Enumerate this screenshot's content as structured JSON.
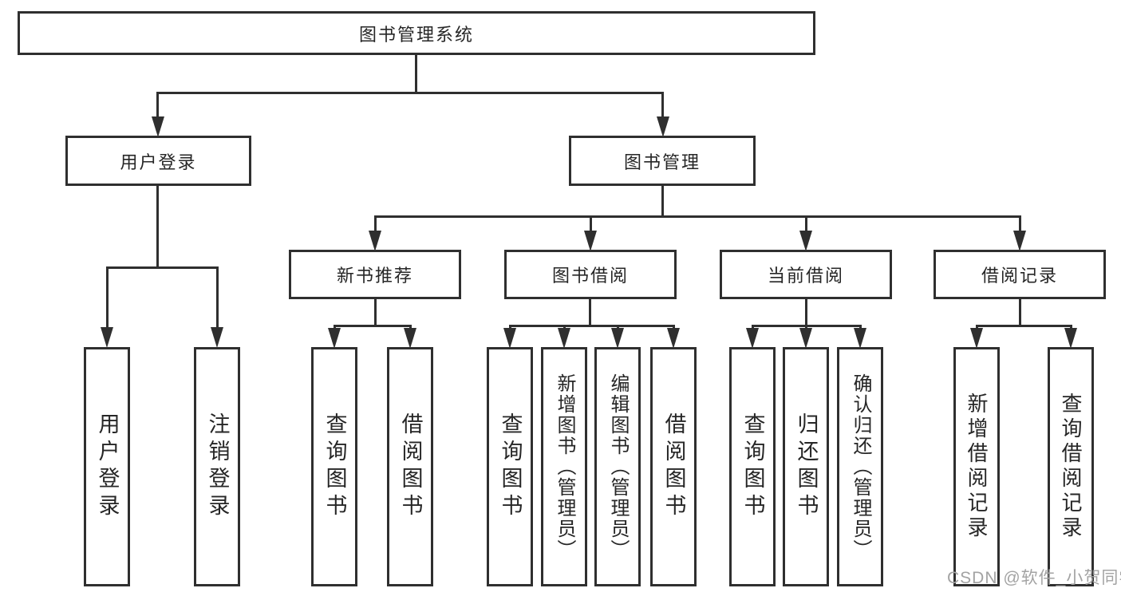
{
  "diagram": {
    "root": {
      "label": "图书管理系统"
    },
    "level2": {
      "user_login": {
        "label": "用户登录"
      },
      "book_mgmt": {
        "label": "图书管理"
      }
    },
    "level3": {
      "new_books": {
        "label": "新书推荐"
      },
      "book_borrow": {
        "label": "图书借阅"
      },
      "current_borrow": {
        "label": "当前借阅"
      },
      "borrow_records": {
        "label": "借阅记录"
      }
    },
    "leaves": {
      "user_login": {
        "label": "用户登录"
      },
      "logout_login": {
        "label": "注销登录"
      },
      "newbooks_query_books": {
        "label": "查询图书"
      },
      "newbooks_borrow_books": {
        "label": "借阅图书"
      },
      "borrow_query_books": {
        "label": "查询图书"
      },
      "borrow_add_books_admin": {
        "label": "新增图书（管理员）"
      },
      "borrow_edit_books_admin": {
        "label": "编辑图书（管理员）"
      },
      "borrow_borrow_books": {
        "label": "借阅图书"
      },
      "current_query_books": {
        "label": "查询图书"
      },
      "current_return_books": {
        "label": "归还图书"
      },
      "current_confirm_return_admin": {
        "label": "确认归还（管理员）"
      },
      "records_add_record": {
        "label": "新增借阅记录"
      },
      "records_query_record": {
        "label": "查询借阅记录"
      }
    },
    "watermark": {
      "text": "CSDN @软件_小贺同学"
    },
    "colors": {
      "line": "#2f2f2f",
      "box_border": "#2f2f2f",
      "text": "#262626",
      "watermark": "#a3a3a3",
      "background": "#ffffff"
    }
  }
}
